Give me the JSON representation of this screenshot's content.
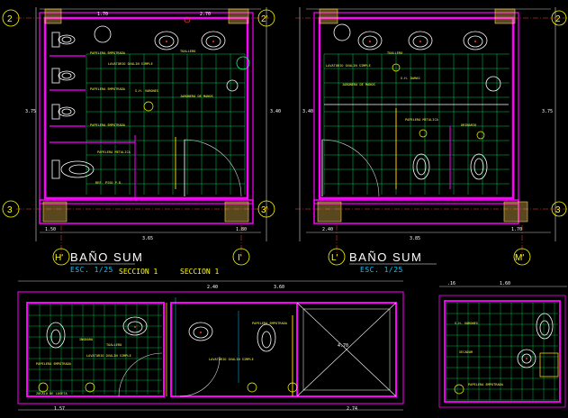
{
  "colors": {
    "background": "#000000",
    "wall": "#ff00ff",
    "tile": "#00ff66",
    "fixture": "#ffffff",
    "accent": "#ff3333",
    "dim": "#00c8ff",
    "label": "#ffff00",
    "door": "#d8d8d8",
    "hatch": "#ffcc55"
  },
  "plans": {
    "left": {
      "title": "BAÑO SUM",
      "scale": "ESC. 1/25"
    },
    "right": {
      "title": "BAÑO SUM",
      "scale": "ESC. 1/25"
    }
  },
  "sections": {
    "a": "SECCION 1",
    "b": "SECCION 1"
  },
  "grid_axes": [
    "2",
    "3",
    "H'",
    "I'",
    "2'",
    "3'",
    "L'",
    "M'"
  ],
  "dimensions": {
    "top_left": [
      "1.70",
      "2.70"
    ],
    "bottom_left": [
      "1.50",
      "3.65",
      "1.80"
    ],
    "bottom_right": [
      "2.40",
      "3.85",
      "1.70"
    ],
    "side_left": [
      "3.75",
      "3.40"
    ],
    "side_right": [
      "3.40",
      "3.75"
    ],
    "lower_strip": [
      "1.57",
      "2.40",
      "2.74",
      "3.60",
      "4.70"
    ],
    "lower_small": [
      "1.60",
      ".16"
    ]
  },
  "labels": {
    "lavatorio": "LAVATORIO OVALIN SIMPLE",
    "toallero": "TOALLERO",
    "jabonera": "JABONERA DE MANOS",
    "inodoro": "INODORO",
    "papelera": "PAPELERA EMPOTRADA",
    "urinario": "URINARIO",
    "secador": "SECADOR",
    "sh_varones": "S.H. VARONES",
    "sh_damas": "S.H. DAMAS",
    "ref": "REF. PISO P.D.",
    "mampara": "PAPELERA METALICA",
    "zocalo": "ZOCALO DE LOSETA"
  }
}
